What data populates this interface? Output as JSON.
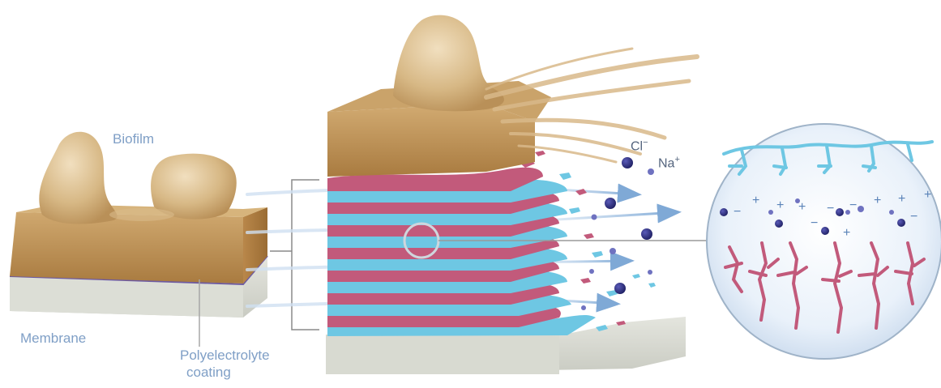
{
  "labels": {
    "biofilm": "Biofilm",
    "membrane": "Membrane",
    "coating_line1": "Polyelectrolyte",
    "coating_line2": "coating",
    "chloride": "Cl",
    "chloride_sup": "−",
    "sodium": "Na",
    "sodium_sup": "+"
  },
  "colors": {
    "biofilm": "#d9b98a",
    "biofilm_block": "#b4894e",
    "membrane": "#d9dbd2",
    "cationic_layer": "#6ec7e3",
    "anionic_layer": "#c25a7b",
    "flow_arrows": "#8fb6dc",
    "ions": "#2e2f7d",
    "label_text": "#7f9fc6"
  }
}
